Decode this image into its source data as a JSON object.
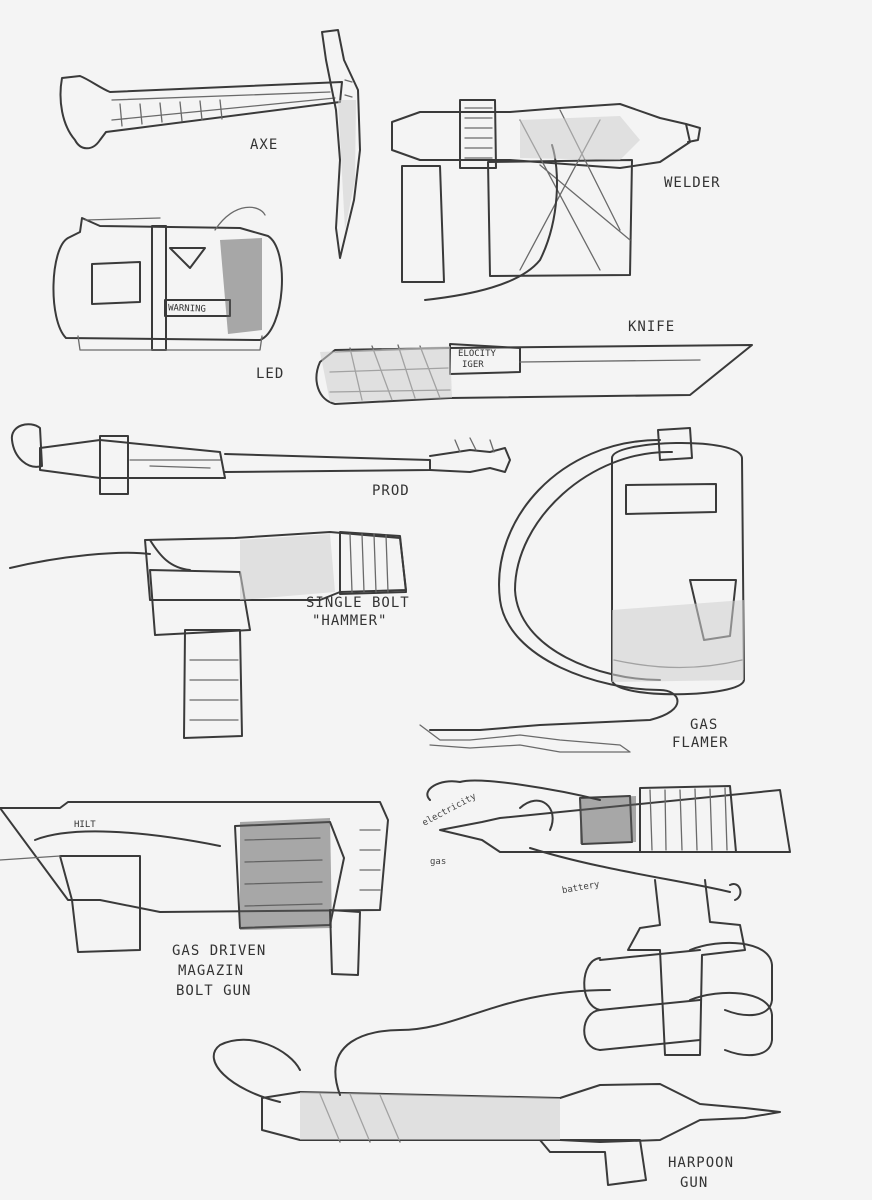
{
  "labels": {
    "axe": "AXE",
    "welder": "WELDER",
    "led": "LED",
    "knife": "KNIFE",
    "prod": "PROD",
    "single_bolt": "SINGLE BOLT",
    "hammer": "\"HAMMER\"",
    "gas_flamer_1": "GAS",
    "gas_flamer_2": "FLAMER",
    "gas_driven_1": "GAS DRIVEN",
    "gas_driven_2": "MAGAZIN",
    "gas_driven_3": "BOLT GUN",
    "harpoon_1": "HARPOON",
    "harpoon_2": "GUN",
    "electricity": "electricity",
    "gas": "gas",
    "battery": "battery"
  },
  "stamps": {
    "warning": "WARNING",
    "velocity_1": "ELOCITY",
    "velocity_2": "IGER",
    "hilt": "HILT"
  }
}
